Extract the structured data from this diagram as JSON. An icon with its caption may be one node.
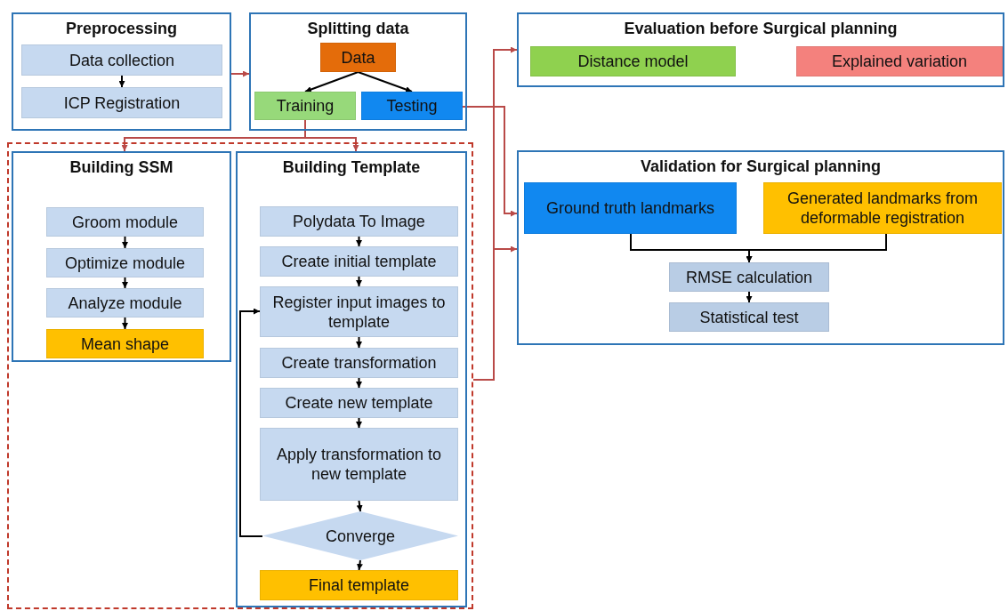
{
  "diagram": {
    "nodes": [
      {
        "text": [
          "Preprocessing"
        ]
      },
      {
        "text": [
          "Data collection"
        ],
        "in": 0
      },
      {
        "text": [
          "ICP Registration"
        ],
        "in": 0
      },
      {
        "text": [
          "Splitting data"
        ]
      },
      {
        "text": [
          "Data"
        ],
        "in": 3
      },
      {
        "text": [
          "Training"
        ],
        "in": 3
      },
      {
        "text": [
          "Testing"
        ],
        "in": 3
      },
      {
        "text": [],
        "shape": "box"
      },
      {
        "text": [
          "Building SSM"
        ],
        "in": 7
      },
      {
        "text": [
          "Groom module"
        ],
        "in": 8
      },
      {
        "text": [
          "Optimize module"
        ],
        "in": 8
      },
      {
        "text": [
          "Analyze module"
        ],
        "in": 8
      },
      {
        "text": [
          "Mean shape"
        ],
        "in": 8
      },
      {
        "text": [
          "Building Template"
        ],
        "in": 7
      },
      {
        "text": [
          "Polydata To Image"
        ],
        "in": 13
      },
      {
        "text": [
          "Create initial template"
        ],
        "in": 13
      },
      {
        "text": [
          "Register input images to template"
        ],
        "in": 13
      },
      {
        "text": [
          "Create transformation"
        ],
        "in": 13
      },
      {
        "text": [
          "Create new template"
        ],
        "in": 13
      },
      {
        "text": [
          "Apply transformation to new template"
        ],
        "in": 13
      },
      {
        "text": [
          "Converge"
        ],
        "in": 13
      },
      {
        "text": [
          "Final template"
        ],
        "in": 13
      },
      {
        "text": [
          "Evaluation before Surgical planning"
        ]
      },
      {
        "text": [
          "Distance model"
        ],
        "in": 22
      },
      {
        "text": [
          "Explained variation"
        ],
        "in": 22
      },
      {
        "text": [
          "Validation for Surgical planning"
        ]
      },
      {
        "text": [
          "Ground truth landmarks"
        ],
        "in": 25
      },
      {
        "text": [
          "Generated landmarks from deformable registration"
        ],
        "in": 25
      },
      {
        "text": [
          "RMSE calculation"
        ],
        "in": 25
      },
      {
        "text": [
          "Statistical test"
        ],
        "in": 25
      }
    ],
    "edges": [
      {
        "from": 1,
        "to": 2,
        "arrow": "to"
      },
      {
        "from": 0,
        "to": 3,
        "arrow": "to",
        "color": "#b94a48"
      },
      {
        "from": 4,
        "to": 5,
        "arrow": "to"
      },
      {
        "from": 4,
        "to": 6,
        "arrow": "to"
      },
      {
        "from": 5,
        "to": 8,
        "arrow": "to",
        "color": "#b94a48"
      },
      {
        "from": 5,
        "to": 13,
        "arrow": "to",
        "color": "#b94a48"
      },
      {
        "from": 6,
        "to": 25,
        "arrow": "to",
        "color": "#b94a48"
      },
      {
        "from": 7,
        "to": 22,
        "arrow": "to",
        "color": "#b94a48"
      },
      {
        "from": 7,
        "to": 25,
        "arrow": "to",
        "color": "#b94a48"
      },
      {
        "from": 9,
        "to": 10,
        "arrow": "to"
      },
      {
        "from": 10,
        "to": 11,
        "arrow": "to"
      },
      {
        "from": 11,
        "to": 12,
        "arrow": "to"
      },
      {
        "from": 14,
        "to": 15,
        "arrow": "to"
      },
      {
        "from": 15,
        "to": 16,
        "arrow": "to"
      },
      {
        "from": 16,
        "to": 17,
        "arrow": "to"
      },
      {
        "from": 17,
        "to": 18,
        "arrow": "to"
      },
      {
        "from": 18,
        "to": 19,
        "arrow": "to"
      },
      {
        "from": 19,
        "to": 20,
        "arrow": "to"
      },
      {
        "from": 20,
        "to": 21,
        "arrow": "to"
      },
      {
        "from": 20,
        "to": 16,
        "arrow": "to"
      },
      {
        "from": 26,
        "to": 28,
        "arrow": "to"
      },
      {
        "from": 27,
        "to": 28,
        "arrow": "to"
      },
      {
        "from": 28,
        "to": 29,
        "arrow": "to"
      }
    ]
  }
}
